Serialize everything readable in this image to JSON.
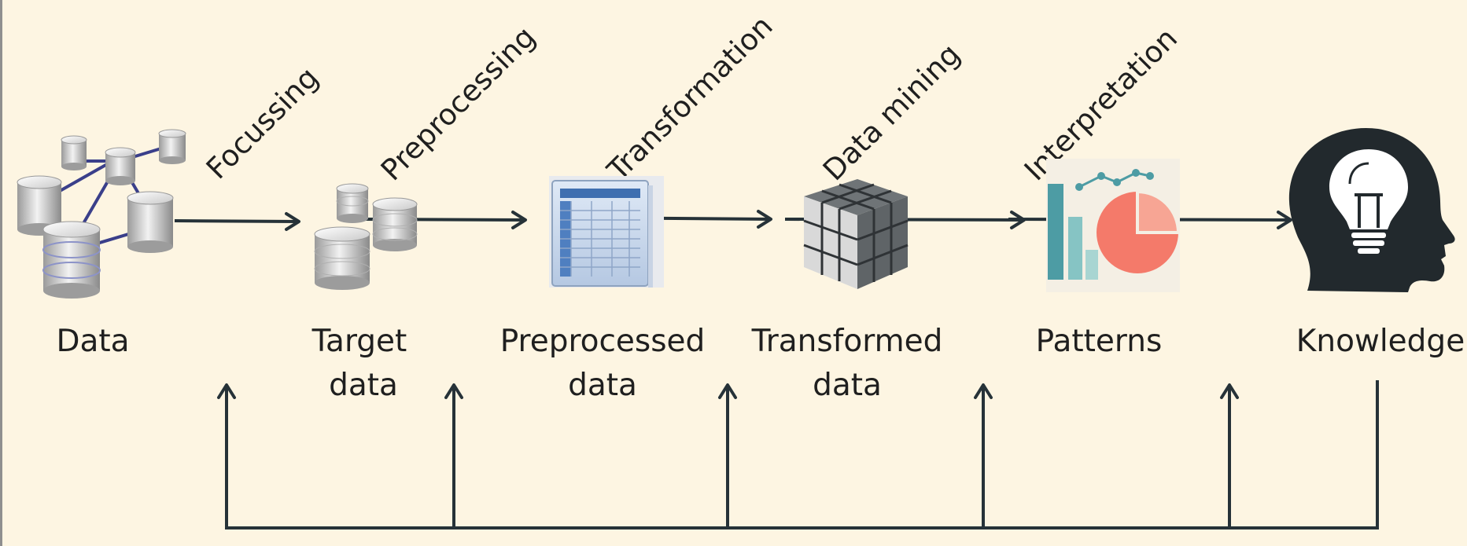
{
  "steps": [
    "Focussing",
    "Preprocessing",
    "Transformation",
    "Data mining",
    "Interpretation"
  ],
  "stages": [
    {
      "line1": "Data",
      "line2": "",
      "icon": "database-network-icon"
    },
    {
      "line1": "Target",
      "line2": "data",
      "icon": "database-cluster-icon"
    },
    {
      "line1": "Preprocessed",
      "line2": "data",
      "icon": "table-icon"
    },
    {
      "line1": "Transformed",
      "line2": "data",
      "icon": "cube-icon"
    },
    {
      "line1": "Patterns",
      "line2": "",
      "icon": "charts-icon"
    },
    {
      "line1": "Knowledge",
      "line2": "",
      "icon": "head-lightbulb-icon"
    }
  ],
  "colors": {
    "background": "#fdf5e2",
    "arrow": "#263238",
    "bar_teal": "#4d9ca4",
    "pie_coral": "#f47a6a",
    "head": "#22292d"
  }
}
